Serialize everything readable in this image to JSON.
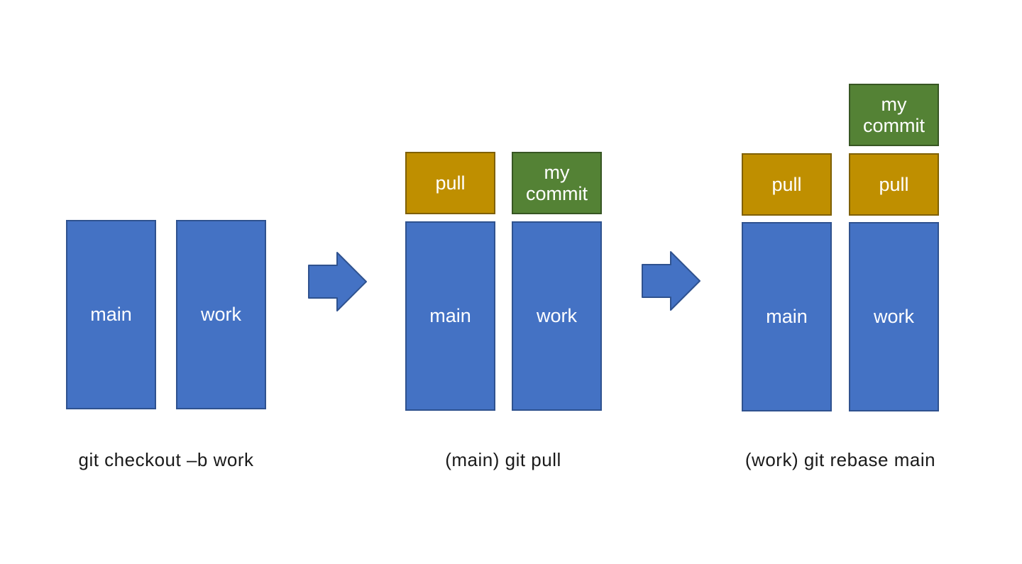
{
  "title": "git branch workflow diagram",
  "colors": {
    "background": "#ffffff",
    "branch_fill": "#4472C4",
    "branch_border": "#2F528F",
    "pull_fill": "#BF8F00",
    "pull_border": "#7F6000",
    "commit_fill": "#548235",
    "commit_border": "#375623",
    "box_text": "#ffffff",
    "caption_text": "#1a1a1a",
    "arrow_fill": "#4472C4",
    "arrow_border": "#2F528F"
  },
  "panels": [
    {
      "caption": "git checkout –b work",
      "columns": [
        {
          "branch": "main",
          "stack": []
        },
        {
          "branch": "work",
          "stack": []
        }
      ]
    },
    {
      "caption": "(main) git pull",
      "columns": [
        {
          "branch": "main",
          "stack": [
            {
              "label": "pull",
              "type": "pull"
            }
          ]
        },
        {
          "branch": "work",
          "stack": [
            {
              "label": "my commit",
              "type": "commit"
            }
          ]
        }
      ]
    },
    {
      "caption": "(work) git rebase main",
      "columns": [
        {
          "branch": "main",
          "stack": [
            {
              "label": "pull",
              "type": "pull"
            }
          ]
        },
        {
          "branch": "work",
          "stack": [
            {
              "label": "pull",
              "type": "pull"
            },
            {
              "label": "my commit",
              "type": "commit"
            }
          ]
        }
      ]
    }
  ],
  "arrows": [
    {
      "direction": "right"
    },
    {
      "direction": "right"
    }
  ]
}
